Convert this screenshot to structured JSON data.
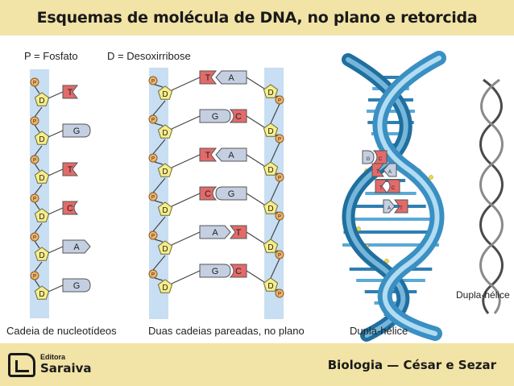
{
  "header": {
    "title": "Esquemas de molécula de DNA, no plano e retorcida"
  },
  "legend": {
    "phosphate": "P = Fosfato",
    "deoxyribose": "D = Desoxirribose"
  },
  "symbols": {
    "phosphate": "P",
    "sugar": "D"
  },
  "single_strand": {
    "caption": "Cadeia de nucleotídeos",
    "bases": [
      "T",
      "G",
      "T",
      "C",
      "A",
      "G"
    ]
  },
  "paired_strands": {
    "caption": "Duas cadeias pareadas, no plano",
    "pairs": [
      [
        "T",
        "A"
      ],
      [
        "G",
        "C"
      ],
      [
        "T",
        "A"
      ],
      [
        "C",
        "G"
      ],
      [
        "A",
        "T"
      ],
      [
        "G",
        "C"
      ]
    ]
  },
  "double_helix": {
    "caption": "Dupla-hélice",
    "inset_pairs": [
      [
        "G",
        "C"
      ],
      [
        "T",
        "A"
      ],
      [
        "T",
        "C"
      ],
      [
        "A",
        "T"
      ]
    ]
  },
  "twisted_helix": {
    "caption": "Dupla-hélice"
  },
  "footer": {
    "logo_small": "Editora",
    "logo_big": "Saraiva",
    "credit": "Biologia — César e Sezar"
  },
  "colors": {
    "header_bg": "#f2e3a6",
    "backbone_band": "#c8def2",
    "sugar_fill": "#f7ed8a",
    "phosphate_fill": "#f0b56a",
    "base_gray": "#c5cfe2",
    "base_red": "#e46a6a",
    "helix_blue": "#3f8fc2"
  },
  "icons": [
    "sugar-pentagon-icon",
    "phosphate-circle-icon",
    "publisher-logo-icon"
  ]
}
